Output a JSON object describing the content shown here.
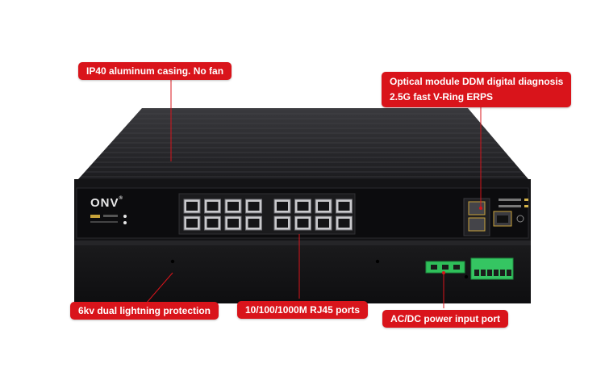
{
  "brand": {
    "logo_text": "ONV"
  },
  "callouts": {
    "casing": "IP40 aluminum casing. No fan",
    "optical_line1": "Optical module DDM digital diagnosis",
    "optical_line2": "2.5G fast V-Ring ERPS",
    "lightning": "6kv dual lightning protection",
    "rj45": "10/100/1000M RJ45 ports",
    "power": "AC/DC power input port"
  },
  "colors": {
    "callout_red": "#d9141b",
    "chassis_top": "#2b2b2e",
    "chassis_front": "#121214",
    "terminal_green": "#2fbf5a"
  },
  "device": {
    "rj45_port_count": 16,
    "sfp_port_count": 2,
    "console_port_count": 1
  }
}
